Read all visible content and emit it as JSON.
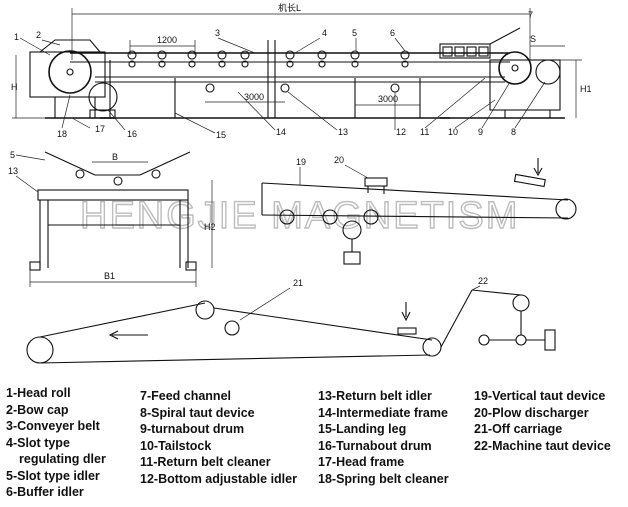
{
  "dimensions": {
    "machine_length": "机长L",
    "spacing_1200": "1200",
    "spacing_3000_a": "3000",
    "spacing_3000_b": "3000",
    "height_h": "H",
    "height_h1": "H1",
    "height_h2": "H2",
    "width_b": "B",
    "width_b1": "B1",
    "s_mark": "S"
  },
  "callouts": {
    "top": [
      "1",
      "2",
      "3",
      "4",
      "5",
      "6",
      "7"
    ],
    "bottom": [
      "18",
      "17",
      "16",
      "15",
      "14",
      "13",
      "12",
      "11",
      "10",
      "9",
      "8"
    ],
    "side_view": [
      "5",
      "13"
    ],
    "path_top": [
      "19",
      "20"
    ],
    "path_bottom": [
      "21",
      "22"
    ]
  },
  "watermark": "HENGJIE MAGNETISM",
  "legend": {
    "col1": [
      "1-Head roll",
      "2-Bow cap",
      "3-Conveyer belt",
      "4-Slot type",
      "regulating dler",
      "5-Slot type idler",
      "6-Buffer idler"
    ],
    "col2": [
      "7-Feed channel",
      "8-Spiral taut device",
      "9-turnabout drum",
      "10-Tailstock",
      "11-Return belt cleaner",
      "12-Bottom adjustable  idler"
    ],
    "col3": [
      "13-Return belt idler",
      "14-Intermediate frame",
      "15-Landing leg",
      "16-Turnabout drum",
      "17-Head frame",
      "18-Spring belt cleaner"
    ],
    "col4": [
      "19-Vertical taut device",
      "20-Plow discharger",
      "21-Off carriage",
      "22-Machine taut device"
    ]
  }
}
